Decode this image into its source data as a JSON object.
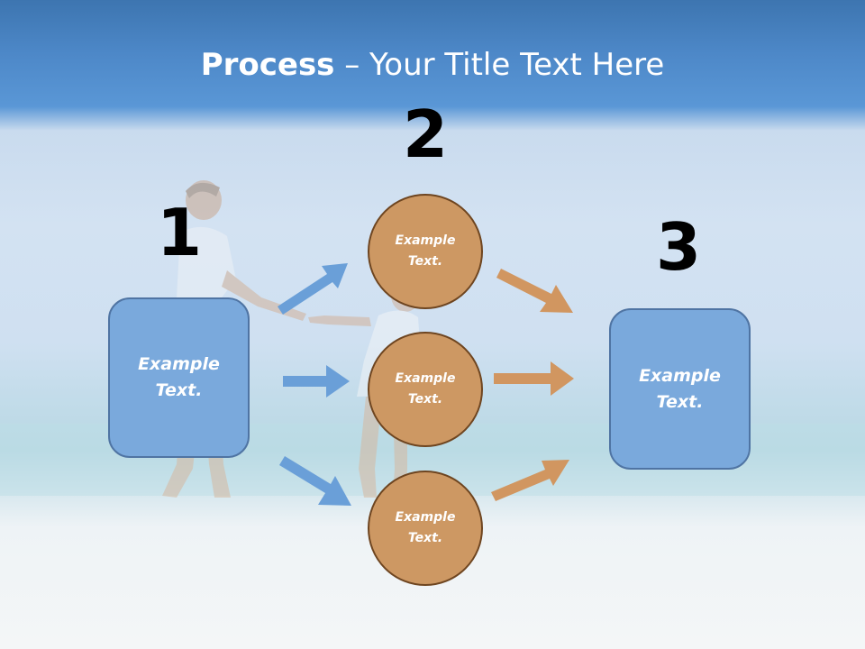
{
  "slide": {
    "title_bold": "Process",
    "title_rest": " – Your Title Text Here"
  },
  "steps": [
    {
      "number": "1"
    },
    {
      "number": "2"
    },
    {
      "number": "3"
    }
  ],
  "left_box": {
    "line1": "Example",
    "line2": "Text."
  },
  "right_box": {
    "line1": "Example",
    "line2": "Text."
  },
  "circles": [
    {
      "line1": "Example",
      "line2": "Text."
    },
    {
      "line1": "Example",
      "line2": "Text."
    },
    {
      "line1": "Example",
      "line2": "Text."
    }
  ],
  "colors": {
    "box_fill": "#7aa9dc",
    "box_border": "#4f74a3",
    "circle_fill": "#cd9863",
    "circle_border": "#6e4520",
    "blue_arrow": "#6a9fd8",
    "orange_arrow": "#d19660"
  }
}
